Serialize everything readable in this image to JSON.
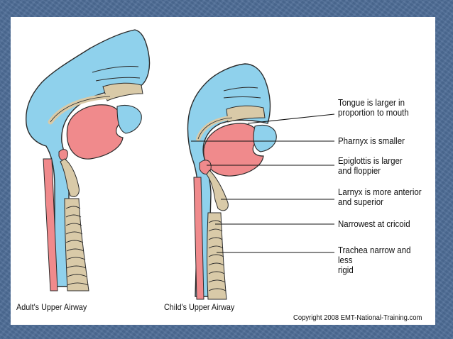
{
  "diagram": {
    "colors": {
      "soft_tissue": "#8fd1ec",
      "tongue": "#f08a8c",
      "cartilage": "#d9caa8",
      "outline": "#2b2b2b",
      "slide_background": "#4d6c96"
    },
    "captions": {
      "adult": "Adult's Upper Airway",
      "child": "Child's Upper Airway"
    },
    "labels": [
      "Tongue is larger in\nproportion to mouth",
      "Pharnyx is smaller",
      "Epiglottis is larger\nand floppier",
      "Larnyx is more anterior\nand superior",
      "Narrowest at cricoid",
      "Trachea narrow and less\nrigid"
    ],
    "copyright": "Copyright 2008 EMT-National-Training.com"
  }
}
